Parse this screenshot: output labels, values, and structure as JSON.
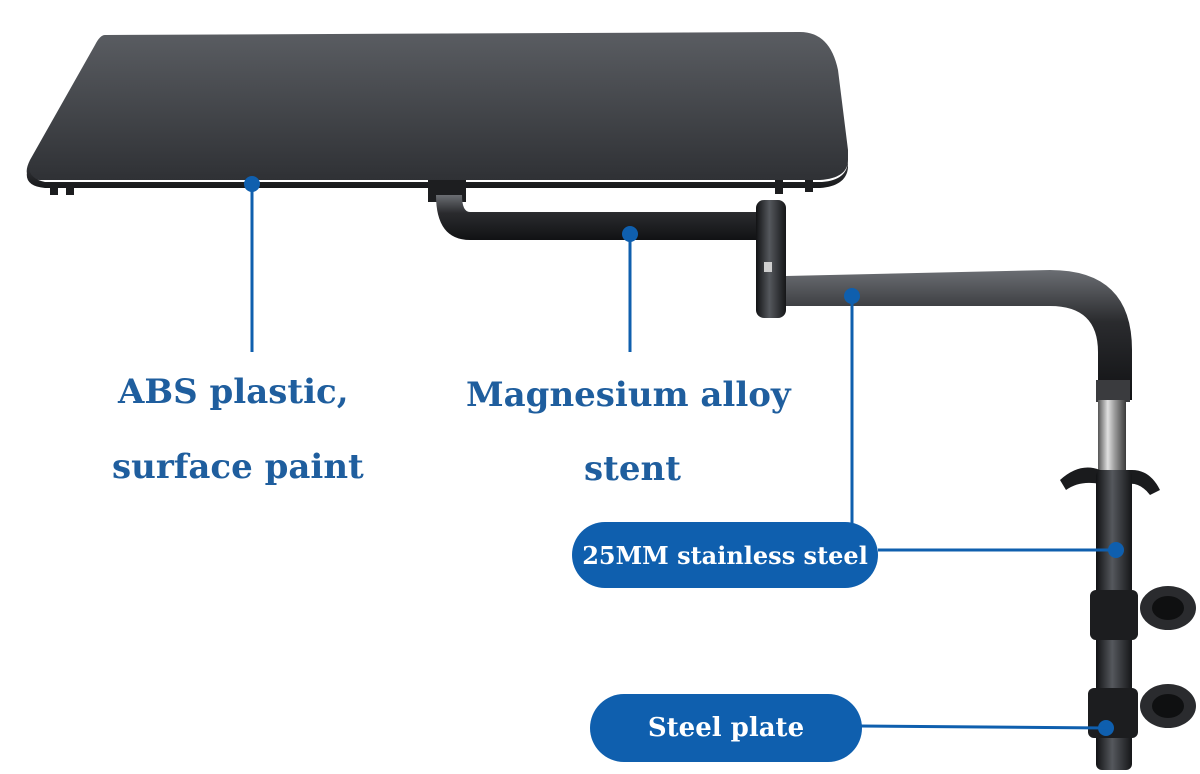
{
  "callouts": {
    "abs_line1": "ABS plastic,",
    "abs_line2": "surface paint",
    "mg_line1": "Magnesium alloy",
    "mg_line2": "stent",
    "steel_25mm": "25MM stainless steel",
    "steel_plate": "Steel plate"
  },
  "colors": {
    "callout_blue": "#0f5fae",
    "text_blue": "#1f5e9e",
    "product_dark": "#2b2d30"
  }
}
